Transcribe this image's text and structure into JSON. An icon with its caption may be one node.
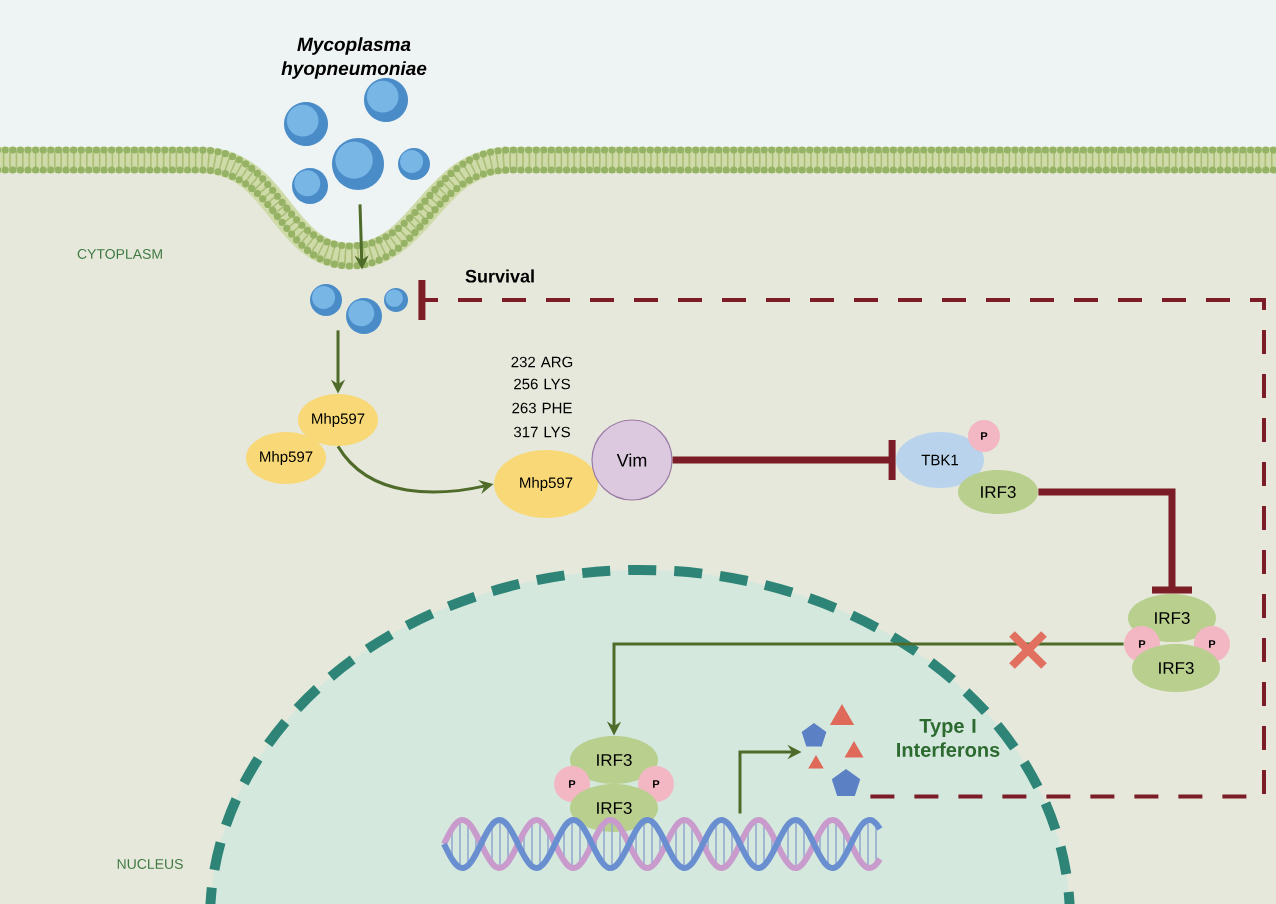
{
  "diagram": {
    "nodes": [
      {
        "text": [],
        "shape": "picture",
        "beside": [
          "Mycoplasma hyopneumoniae"
        ]
      },
      {
        "text": [],
        "shape": "picture"
      },
      {
        "text": [
          "Mhp597"
        ]
      },
      {
        "text": [
          "Mhp597"
        ]
      },
      {
        "text": [
          "Mhp597"
        ],
        "beside": [
          "232 ARG",
          "256 LYS",
          "263 PHE",
          "317 LYS"
        ]
      },
      {
        "text": [
          "Vim"
        ]
      },
      {
        "text": [
          "TBK1"
        ]
      },
      {
        "text": [
          "P"
        ]
      },
      {
        "text": [
          "IRF3"
        ]
      },
      {
        "text": [
          "IRF3"
        ]
      },
      {
        "text": [
          "P"
        ]
      },
      {
        "text": [
          "P"
        ]
      },
      {
        "text": [
          "IRF3"
        ]
      },
      {
        "text": [
          "IRF3"
        ]
      },
      {
        "text": [
          "P"
        ]
      },
      {
        "text": [
          "P"
        ]
      },
      {
        "text": [
          "IRF3"
        ]
      },
      {
        "text": [],
        "shape": "picture",
        "beside": [
          "Type I Interferons"
        ]
      },
      {
        "text": [],
        "shape": "picture"
      }
    ],
    "edges": [
      {
        "from": 0,
        "to": 1,
        "arrow": "to"
      },
      {
        "from": 1,
        "to": 2,
        "arrow": "to"
      },
      {
        "from": 2,
        "to": 4,
        "arrow": "to"
      },
      {
        "from": 5,
        "to": 6,
        "arrow": "other",
        "style": "thick",
        "color": "#7b1c27"
      },
      {
        "from": 8,
        "to": 9,
        "arrow": "other",
        "style": "thick",
        "color": "#7b1c27"
      },
      {
        "from": 10,
        "to": 13,
        "arrow": "to"
      },
      {
        "from": 18,
        "to": 17,
        "arrow": "to"
      },
      {
        "from": 17,
        "to": 1,
        "arrow": "other",
        "style": "dashed",
        "color": "#7b1c27",
        "label": "Survival"
      }
    ],
    "labels": [
      "CYTOPLASM",
      "NUCLEUS"
    ]
  }
}
